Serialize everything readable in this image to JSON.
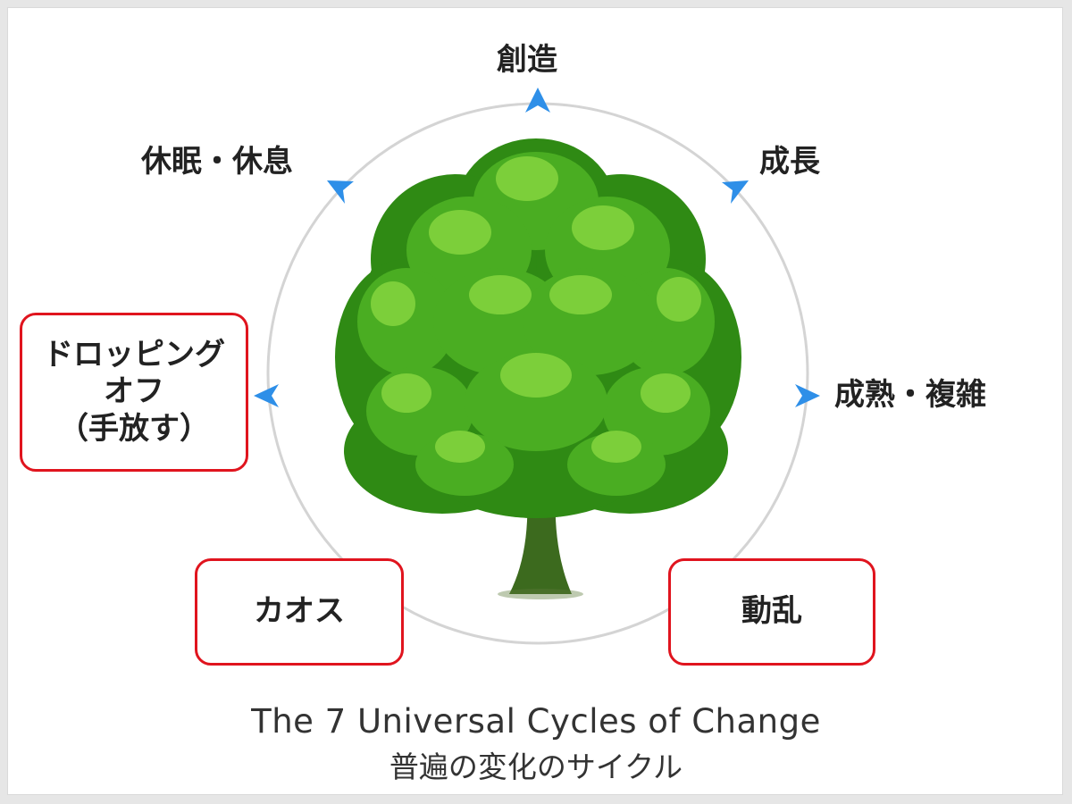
{
  "stages": {
    "creation": "創造",
    "growth": "成長",
    "maturity": "成熟・複雑",
    "turmoil": "動乱",
    "chaos": "カオス",
    "dropping_off": "ドロッピング\nオフ\n（手放す）",
    "dormancy": "休眠・休息"
  },
  "caption": {
    "english": "The 7 Universal Cycles of Change",
    "japanese": "普遍の変化のサイクル"
  },
  "colors": {
    "circle": "#d4d4d4",
    "arrow": "#2e8fe8",
    "highlight_border": "#e0141e",
    "foliage_dark": "#2f8a14",
    "foliage_mid": "#4aad22",
    "foliage_light": "#7ccf3a",
    "trunk": "#3c6a1e"
  },
  "icons": {
    "arrow": "blue-triangle-arrow",
    "center_image": "green-tree-image"
  }
}
